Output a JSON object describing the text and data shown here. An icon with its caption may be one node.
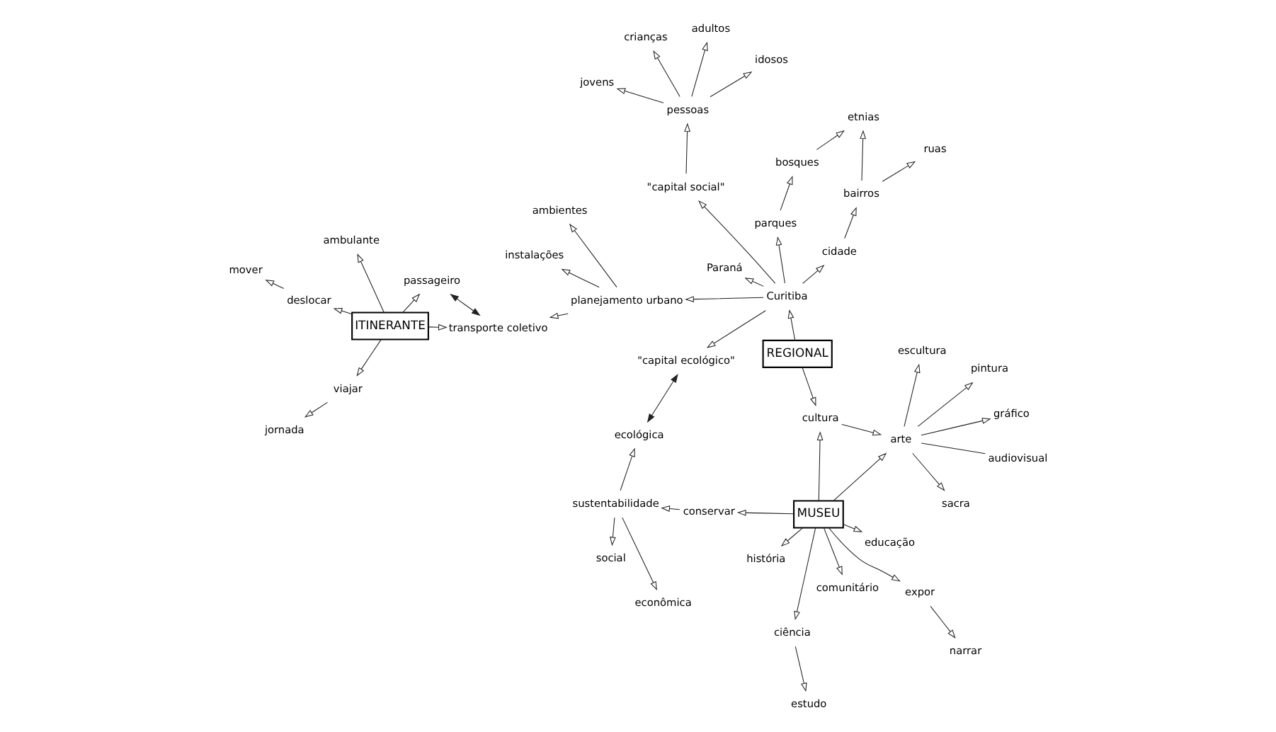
{
  "diagram": {
    "nodes": [
      {
        "text": [
          "estudo"
        ]
      },
      {
        "text": [
          "narrar"
        ]
      },
      {
        "text": [
          "história"
        ]
      },
      {
        "text": [
          "ambulante"
        ]
      },
      {
        "text": [
          "educação"
        ]
      },
      {
        "text": [
          "jornada"
        ]
      },
      {
        "text": [
          "passageiro"
        ]
      },
      {
        "text": [
          "viajar"
        ]
      },
      {
        "text": [
          "ciência"
        ]
      },
      {
        "text": [
          "expor"
        ]
      },
      {
        "text": [
          "deslocar"
        ]
      },
      {
        "text": [
          "mover"
        ]
      },
      {
        "text": [
          "gráfico"
        ]
      },
      {
        "text": [
          "pintura"
        ]
      },
      {
        "text": [
          "arte"
        ]
      },
      {
        "text": [
          "MUSEU"
        ]
      },
      {
        "text": [
          "ITINERANTE"
        ]
      },
      {
        "text": [
          "REGIONAL"
        ]
      },
      {
        "text": [
          "escultura"
        ]
      },
      {
        "text": [
          "transporte coletivo"
        ]
      },
      {
        "text": [
          "audiovisual"
        ]
      },
      {
        "text": [
          "sacra"
        ]
      },
      {
        "text": [
          "conservar"
        ]
      },
      {
        "text": [
          "planejamento urbano"
        ]
      },
      {
        "text": [
          "ambientes"
        ]
      },
      {
        "text": [
          "comunitário"
        ]
      },
      {
        "text": [
          "cultura"
        ]
      },
      {
        "text": [
          "instalações"
        ]
      },
      {
        "text": [
          "econômica"
        ]
      },
      {
        "text": [
          "Curitiba"
        ]
      },
      {
        "text": [
          "Paraná"
        ]
      },
      {
        "text": [
          "idosos"
        ]
      },
      {
        "text": [
          "sustentabilidade"
        ]
      },
      {
        "text": [
          "parques"
        ]
      },
      {
        "text": [
          "\"capital social\""
        ]
      },
      {
        "text": [
          "pessoas"
        ]
      },
      {
        "text": [
          "adultos"
        ]
      },
      {
        "text": [
          "\"capital ecológico\""
        ]
      },
      {
        "text": [
          "jovens"
        ]
      },
      {
        "text": [
          "social"
        ]
      },
      {
        "text": [
          "ecológica"
        ]
      },
      {
        "text": [
          "cidade"
        ]
      },
      {
        "text": [
          "crianças"
        ]
      },
      {
        "text": [
          "bosques"
        ]
      },
      {
        "text": [
          "bairros"
        ]
      },
      {
        "text": [
          "ruas"
        ]
      },
      {
        "text": [
          "etnias"
        ]
      }
    ],
    "edges": [
      {
        "from": 15,
        "to": 8,
        "arrow": "to"
      },
      {
        "from": 8,
        "to": 0,
        "arrow": "to"
      },
      {
        "from": 15,
        "to": 9,
        "arrow": "to"
      },
      {
        "from": 9,
        "to": 1,
        "arrow": "to"
      },
      {
        "from": 15,
        "to": 2,
        "arrow": "to"
      },
      {
        "from": 15,
        "to": 4,
        "arrow": "to"
      },
      {
        "from": 15,
        "to": 14,
        "arrow": "to"
      },
      {
        "from": 26,
        "to": 14,
        "arrow": "to"
      },
      {
        "from": 14,
        "to": 12,
        "arrow": "to"
      },
      {
        "from": 14,
        "to": 13,
        "arrow": "to"
      },
      {
        "from": 14,
        "to": 18,
        "arrow": "to"
      },
      {
        "from": 14,
        "to": 20,
        "arrow": "none"
      },
      {
        "from": 14,
        "to": 21,
        "arrow": "to"
      },
      {
        "from": 15,
        "to": 22,
        "arrow": "to"
      },
      {
        "from": 15,
        "to": 25,
        "arrow": "to"
      },
      {
        "from": 15,
        "to": 26,
        "arrow": "to"
      },
      {
        "from": 17,
        "to": 26,
        "arrow": "to"
      },
      {
        "from": 16,
        "to": 3,
        "arrow": "to"
      },
      {
        "from": 16,
        "to": 6,
        "arrow": "to"
      },
      {
        "from": 16,
        "to": 7,
        "arrow": "to"
      },
      {
        "from": 16,
        "to": 10,
        "arrow": "to"
      },
      {
        "from": 16,
        "to": 19,
        "arrow": "to"
      },
      {
        "from": 7,
        "to": 5,
        "arrow": "to"
      },
      {
        "from": 10,
        "to": 11,
        "arrow": "to"
      },
      {
        "from": 6,
        "to": 19,
        "arrow": "both"
      },
      {
        "from": 23,
        "to": 19,
        "arrow": "to"
      },
      {
        "from": 23,
        "to": 24,
        "arrow": "to"
      },
      {
        "from": 23,
        "to": 27,
        "arrow": "to"
      },
      {
        "from": 17,
        "to": 29,
        "arrow": "to"
      },
      {
        "from": 29,
        "to": 23,
        "arrow": "to"
      },
      {
        "from": 29,
        "to": 30,
        "arrow": "to"
      },
      {
        "from": 29,
        "to": 33,
        "arrow": "to"
      },
      {
        "from": 29,
        "to": 37,
        "arrow": "to"
      },
      {
        "from": 29,
        "to": 34,
        "arrow": "to"
      },
      {
        "from": 29,
        "to": 41,
        "arrow": "to"
      },
      {
        "from": 34,
        "to": 35,
        "arrow": "to"
      },
      {
        "from": 35,
        "to": 31,
        "arrow": "to"
      },
      {
        "from": 35,
        "to": 36,
        "arrow": "to"
      },
      {
        "from": 35,
        "to": 38,
        "arrow": "to"
      },
      {
        "from": 35,
        "to": 42,
        "arrow": "to"
      },
      {
        "from": 41,
        "to": 44,
        "arrow": "to"
      },
      {
        "from": 44,
        "to": 45,
        "arrow": "to"
      },
      {
        "from": 44,
        "to": 46,
        "arrow": "to"
      },
      {
        "from": 37,
        "to": 40,
        "arrow": "both"
      },
      {
        "from": 33,
        "to": 43,
        "arrow": "to"
      },
      {
        "from": 43,
        "to": 46,
        "arrow": "to"
      },
      {
        "from": 22,
        "to": 32,
        "arrow": "to"
      },
      {
        "from": 32,
        "to": 28,
        "arrow": "to"
      },
      {
        "from": 32,
        "to": 39,
        "arrow": "to"
      },
      {
        "from": 32,
        "to": 40,
        "arrow": "to"
      }
    ]
  }
}
